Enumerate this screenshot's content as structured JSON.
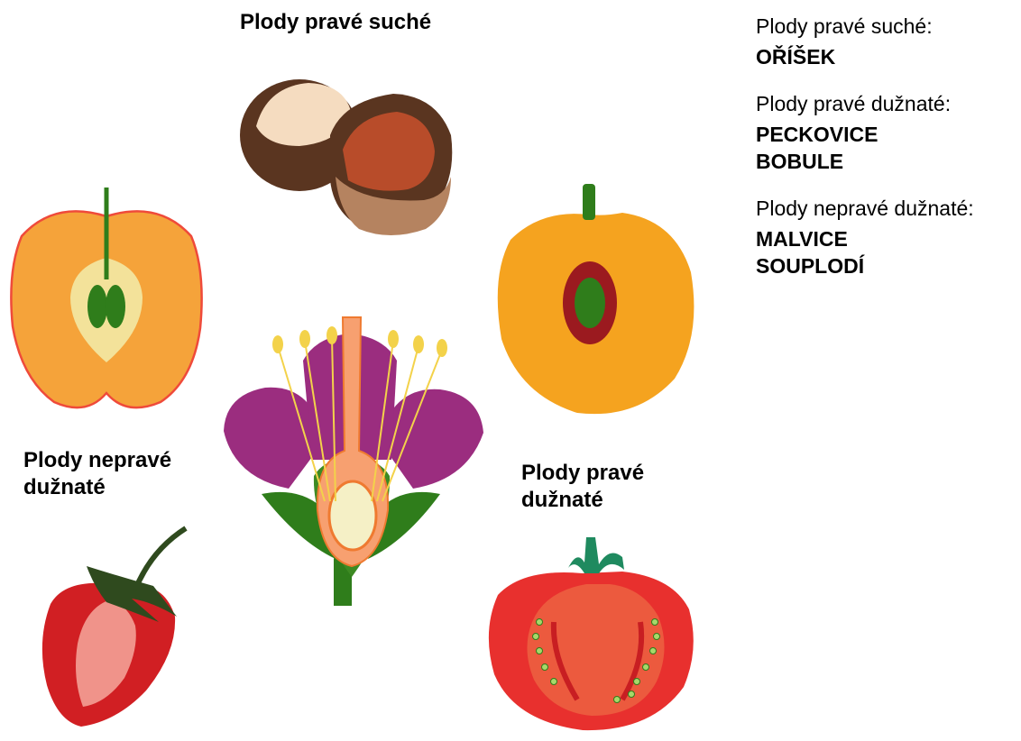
{
  "labels": {
    "top": "Plody pravé suché",
    "left_line1": "Plody nepravé",
    "left_line2": "dužnaté",
    "right_line1": "Plody pravé",
    "right_line2": "dužnaté"
  },
  "legend": {
    "dry_title": "Plody pravé suché:",
    "dry_items": [
      "OŘÍŠEK"
    ],
    "fleshy_title": "Plody pravé dužnaté:",
    "fleshy_items": [
      "PECKOVICE",
      "BOBULE"
    ],
    "false_title": "Plody nepravé dužnaté:",
    "false_items": [
      "MALVICE",
      "SOUPLODÍ"
    ]
  },
  "colors": {
    "orange": "#f5a33a",
    "red": "#e8302e",
    "green": "#2f7d1b",
    "purple": "#9b2d7f",
    "nut_brown": "#5a3520"
  }
}
